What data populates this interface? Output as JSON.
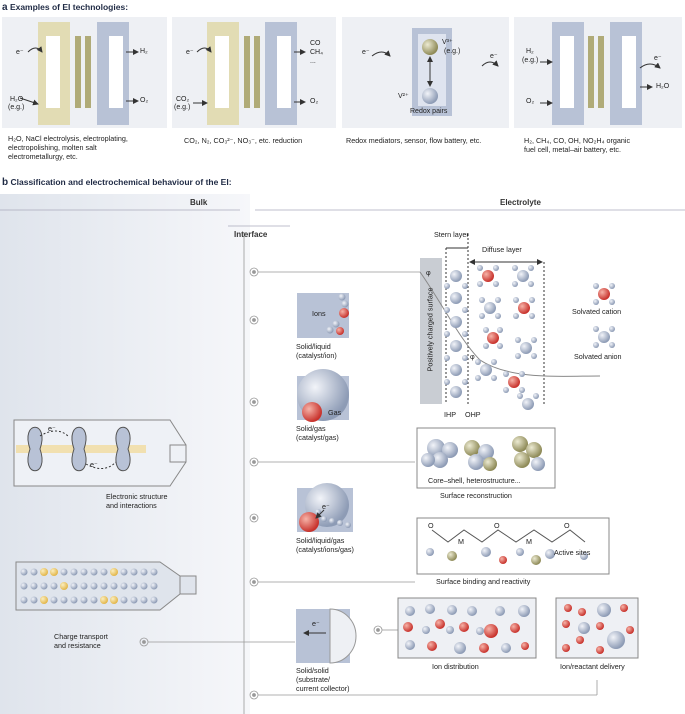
{
  "panel_a": {
    "letter": "a",
    "title": "Examples of EI technologies:",
    "cells": [
      {
        "captions": [
          "H₂O, NaCl electrolysis, electroplating,",
          "electropolishing, molten salt",
          "electrometallurgy, etc."
        ],
        "inputs": [
          "e⁻",
          "H₂O",
          "(e.g.)"
        ],
        "outputs": [
          "H₂",
          "O₂"
        ]
      },
      {
        "captions": [
          "CO₂, N₂, CO₃²⁻, NO₃⁻, etc. reduction"
        ],
        "inputs": [
          "e⁻",
          "CO₂",
          "(e.g.)"
        ],
        "outputs": [
          "CO",
          "CH₄",
          "...",
          "O₂"
        ]
      },
      {
        "captions": [
          "Redox mediators, sensor, flow battery, etc."
        ],
        "inputs": [
          "e⁻"
        ],
        "outputs": [
          "e⁻"
        ],
        "labels": [
          "V³⁺",
          "(e.g.)",
          "V²⁺",
          "Redox pairs"
        ]
      },
      {
        "captions": [
          "H₂, CH₄, CO, OH, NO₂H₄ organic",
          "fuel cell, metal–air battery, etc."
        ],
        "inputs": [
          "H₂",
          "(e.g.)",
          "O₂"
        ],
        "outputs": [
          "e⁻",
          "H₂O"
        ]
      }
    ]
  },
  "panel_b": {
    "letter": "b",
    "title": "Classification and electrochemical behaviour of the EI:",
    "bulk": "Bulk",
    "electrolyte": "Electrolyte",
    "interface": "Interface",
    "stern_layer": "Stern layer",
    "diffuse_layer": "Diffuse layer",
    "phi": "φ",
    "surface_label": "Positively charged surface",
    "ihp": "IHP",
    "ohp": "OHP",
    "solvated_cation": "Solvated cation",
    "solvated_anion": "Solvated anion",
    "ions_label": "Ions",
    "solid_liquid": [
      "Solid/liquid",
      "(catalyst/ion)"
    ],
    "gas_label": "Gas",
    "solid_gas": [
      "Solid/gas",
      "(catalyst/gas)"
    ],
    "core_shell": "Core–shell, heterostructure...",
    "surface_reconstruction": "Surface reconstruction",
    "electronic_structure": [
      "Electronic structure",
      "and interactions"
    ],
    "e_minus": "e⁻",
    "solid_liquid_gas": [
      "Solid/liquid/gas",
      "(catalyst/ions/gas)"
    ],
    "O": "O",
    "M": "M",
    "active_sites": "Active sites",
    "surface_binding": "Surface binding and reactivity",
    "charge_transport": [
      "Charge transport",
      "and resistance"
    ],
    "solid_solid": [
      "Solid/solid",
      "(substrate/",
      "current collector)"
    ],
    "ion_distribution": "Ion distribution",
    "ion_delivery": "Ion/reactant delivery",
    "colors": {
      "tan": "#e2dcb4",
      "blue": "#b8c2d6",
      "bulk_bg": "#e4e8ee",
      "red": "#d9463f",
      "sphere": "#aab6cc",
      "olive": "#b0ab78"
    }
  }
}
